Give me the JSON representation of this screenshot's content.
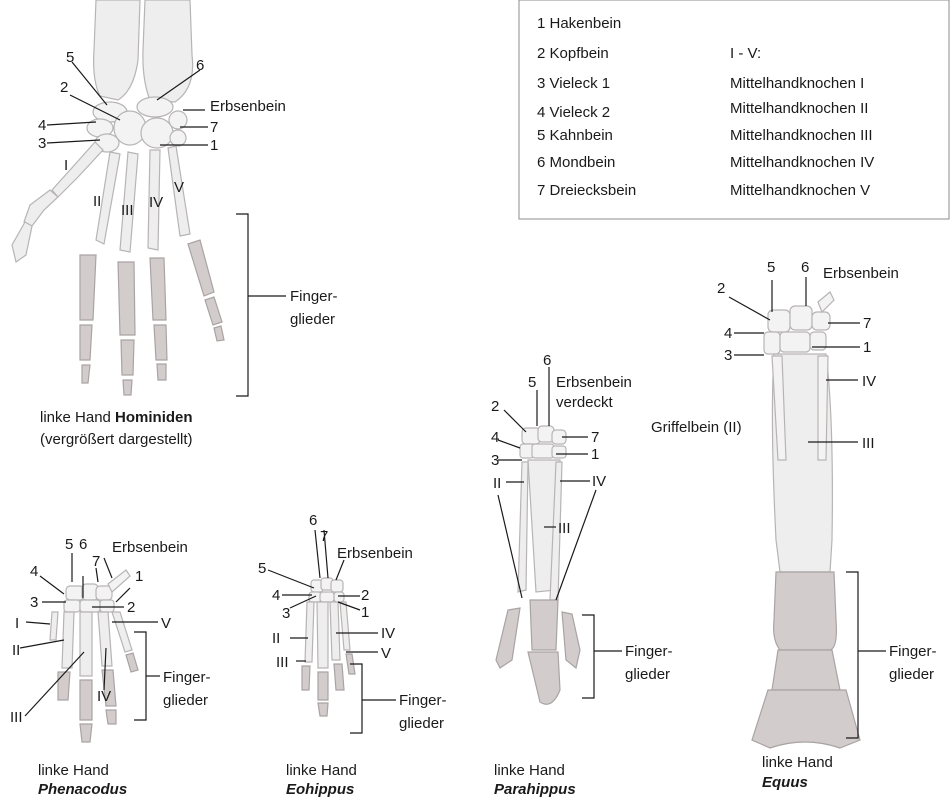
{
  "legend": {
    "numbers": [
      "1 Hakenbein",
      "2 Kopfbein",
      "3 Vieleck 1",
      "4 Vieleck 2",
      "5 Kahnbein",
      "6 Mondbein",
      "7 Dreiecksbein"
    ],
    "roman_header": "I - V:",
    "roman": [
      "Mittelhandknochen I",
      "Mittelhandknochen II",
      "Mittelhandknochen III",
      "Mittelhandknochen IV",
      "Mittelhandknochen V"
    ]
  },
  "hominid": {
    "caption_prefix": "linke Hand ",
    "caption_name": "Hominiden",
    "caption_note": "(vergrößert dargestellt)",
    "labels": {
      "n5": "5",
      "n6": "6",
      "n2": "2",
      "n4": "4",
      "n3": "3",
      "n7": "7",
      "n1": "1",
      "erbsenbein": "Erbsenbein",
      "r1": "I",
      "r2": "II",
      "r3": "III",
      "r4": "IV",
      "r5": "V"
    },
    "finger_label_1": "Finger-",
    "finger_label_2": "glieder"
  },
  "phenacodus": {
    "caption_prefix": "linke Hand",
    "caption_name": "Phenacodus",
    "labels": {
      "n6": "6",
      "n5": "5",
      "n7": "7",
      "n4": "4",
      "n3": "3",
      "n1": "1",
      "n2": "2",
      "erbsenbein": "Erbsenbein",
      "r1": "I",
      "r2": "II",
      "r3": "III",
      "r4": "IV",
      "r5": "V"
    },
    "finger_label_1": "Finger-",
    "finger_label_2": "glieder"
  },
  "eohippus": {
    "caption_prefix": "linke Hand",
    "caption_name": "Eohippus",
    "labels": {
      "n6": "6",
      "n7": "7",
      "n5": "5",
      "n4": "4",
      "n3": "3",
      "n2": "2",
      "n1": "1",
      "erbsenbein": "Erbsenbein",
      "r2": "II",
      "r3": "III",
      "r4": "IV",
      "r5": "V"
    },
    "finger_label_1": "Finger-",
    "finger_label_2": "glieder"
  },
  "parahippus": {
    "caption_prefix": "linke Hand",
    "caption_name": "Parahippus",
    "labels": {
      "n6": "6",
      "n5": "5",
      "erbsenbein_1": "Erbsenbein",
      "erbsenbein_2": "verdeckt",
      "n2": "2",
      "n4": "4",
      "n3": "3",
      "n7": "7",
      "n1": "1",
      "r2": "II",
      "r4": "IV",
      "r3": "III"
    },
    "finger_label_1": "Finger-",
    "finger_label_2": "glieder"
  },
  "equus": {
    "caption_prefix": "linke Hand",
    "caption_name": "Equus",
    "labels": {
      "n5": "5",
      "n6": "6",
      "erbsenbein": "Erbsenbein",
      "n2": "2",
      "n4": "4",
      "n3": "3",
      "n7": "7",
      "n1": "1",
      "r4": "IV",
      "griffelbein": "Griffelbein (II)",
      "r3": "III"
    },
    "finger_label_1": "Finger-",
    "finger_label_2": "glieder"
  }
}
